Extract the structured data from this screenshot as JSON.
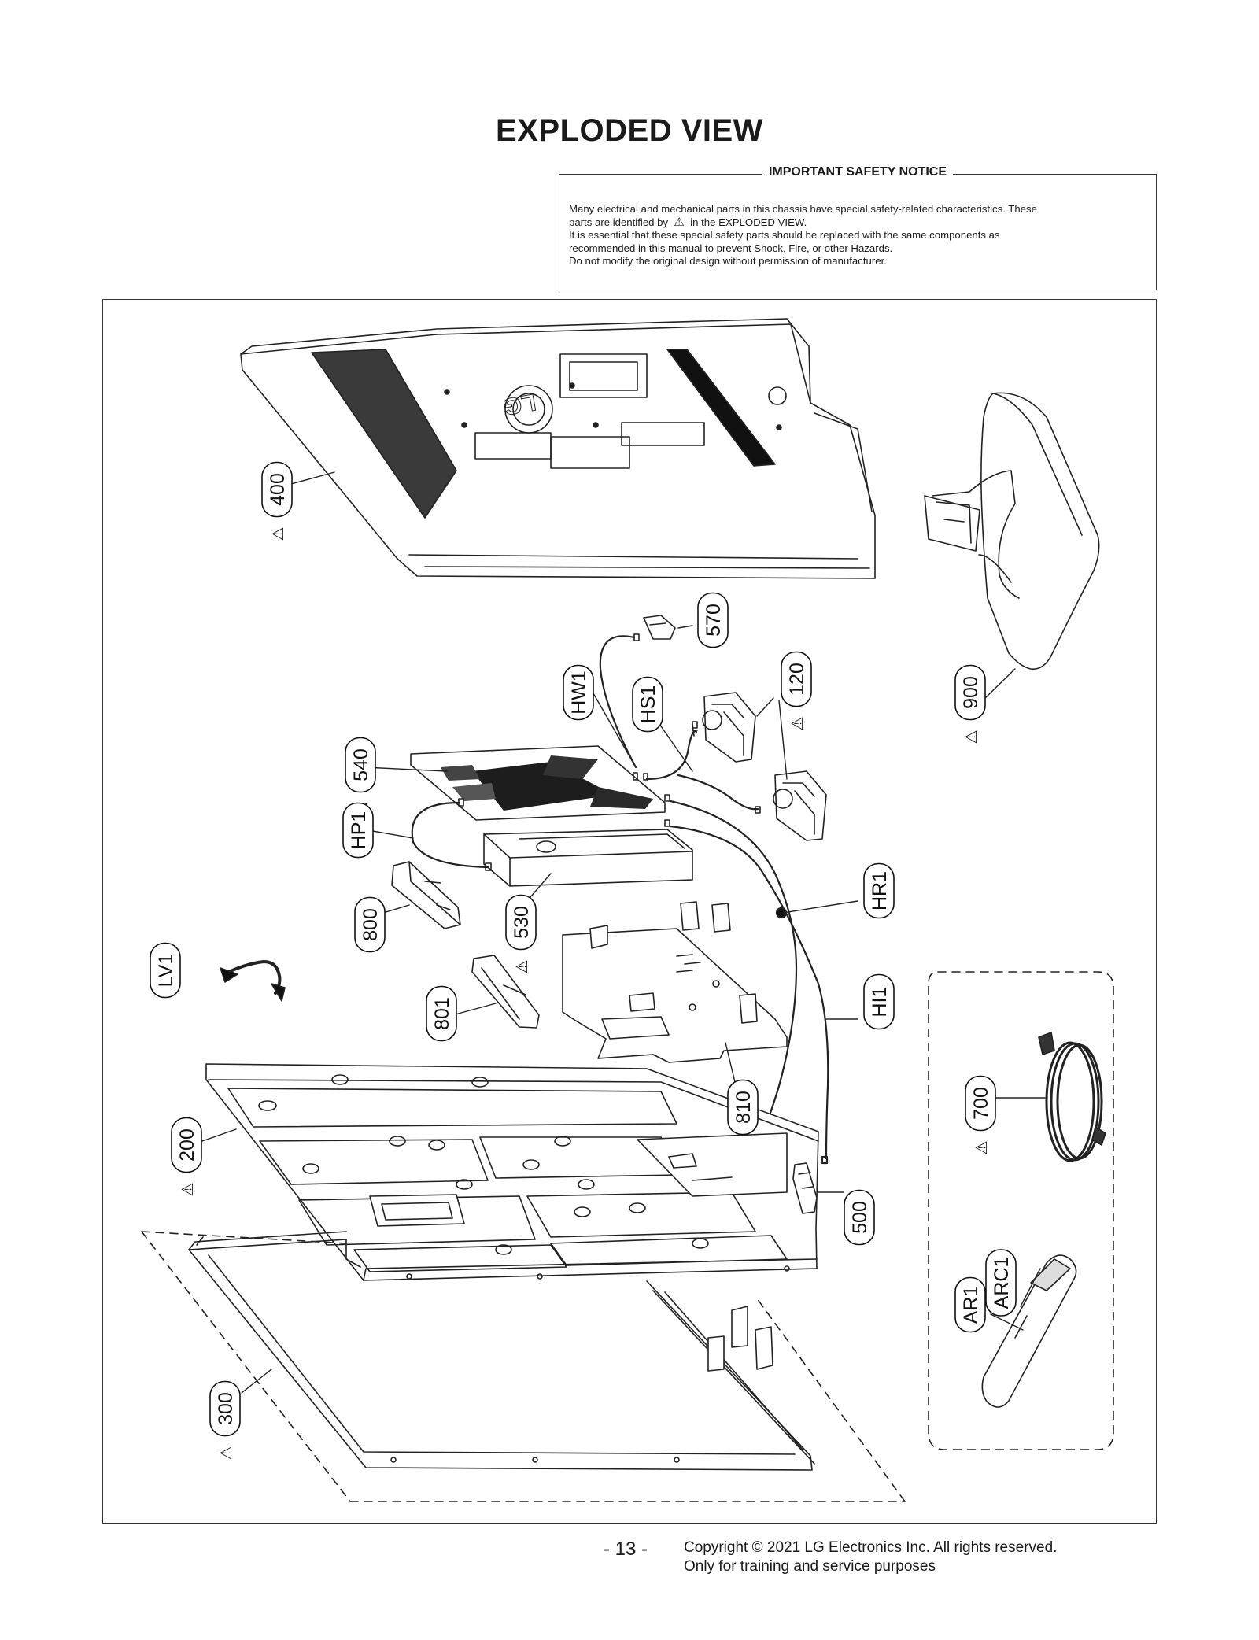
{
  "page": {
    "title": "EXPLODED VIEW",
    "page_number": "- 13 -",
    "copyright_line1": "Copyright © 2021 LG Electronics Inc. All rights reserved.",
    "copyright_line2": "Only for training and service purposes"
  },
  "notice": {
    "title": "IMPORTANT SAFETY NOTICE",
    "line1": "Many electrical and mechanical parts in this chassis have special safety-related characteristics. These",
    "line2_pre": "parts are identified by",
    "line2_post": "in the EXPLODED VIEW.",
    "line3": "It is essential that these special safety parts should be replaced with the same components as",
    "line4": "recommended in this manual to prevent Shock, Fire, or other Hazards.",
    "line5": "Do not modify the original design without permission of manufacturer."
  },
  "diagram": {
    "logo_text": "LG",
    "warning_symbol": "⚠",
    "parts": [
      {
        "id": "400",
        "warning": true
      },
      {
        "id": "900",
        "warning": true
      },
      {
        "id": "570",
        "warning": false
      },
      {
        "id": "HW1",
        "warning": false
      },
      {
        "id": "HS1",
        "warning": false
      },
      {
        "id": "120",
        "warning": true
      },
      {
        "id": "540",
        "warning": true
      },
      {
        "id": "HP1",
        "warning": false
      },
      {
        "id": "530",
        "warning": true
      },
      {
        "id": "800",
        "warning": false
      },
      {
        "id": "HR1",
        "warning": false
      },
      {
        "id": "LV1",
        "warning": false
      },
      {
        "id": "801",
        "warning": false
      },
      {
        "id": "HI1",
        "warning": false
      },
      {
        "id": "810",
        "warning": false
      },
      {
        "id": "700",
        "warning": true
      },
      {
        "id": "200",
        "warning": true
      },
      {
        "id": "500",
        "warning": false
      },
      {
        "id": "ARC1",
        "warning": false
      },
      {
        "id": "AR1",
        "warning": false
      },
      {
        "id": "300",
        "warning": true
      }
    ]
  }
}
